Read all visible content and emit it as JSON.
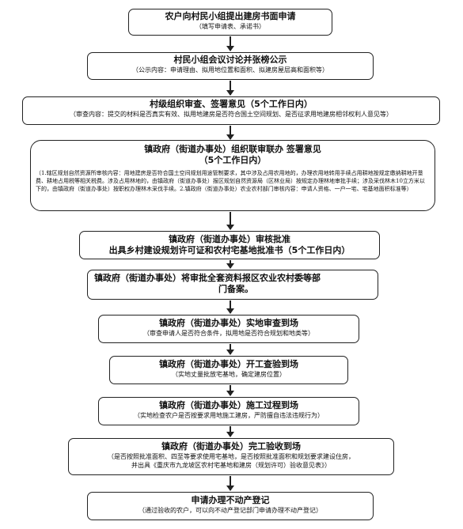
{
  "steps": [
    {
      "title": "农户向村民小组提出建房书面申请",
      "note": "（填写申请表、承诺书）"
    },
    {
      "title": "村民小组会议讨论并张榜公示",
      "note": "（公示内容：申请理由、拟用地位置和面积、拟建房屋层高和面积等）"
    },
    {
      "title": "村级组织审查、签署意见（5个工作日内）",
      "note": "（审查内容：提交的材料是否真实有效、拟用地建房是否符合国土空间规划、是否征求用地建房相邻权利人意见等）"
    },
    {
      "title": "镇政府（街道办事处）组织联审联办  签署意见",
      "title2": "（5个工作日内）",
      "detail": "（1.辖区规划自然资源所审核内容：用地建房是否符合国土空间规划用途管制要求，其中涉及占用农用地的，办理农用地转用手续占用耕地按规定缴纳耕地开垦费、耕地占用税等相关税费。涉及占用林地的，由镇政府（街道办事处）报区规划自然资源局（区林业局）按规定办理林地审批手续；涉及采伐林木10立方米以下的，由镇政府（街道办事处）按职权办理林木采伐手续。2.镇政府（街道办事处）农业农村部门审核内容：申请人资格、一户一宅、宅基地面积标准等）"
    },
    {
      "title": "镇政府（街道办事处）审核批准",
      "title2": "出具乡村建设规划许可证和农村宅基地批准书（5个工作日内）"
    },
    {
      "title": "镇政府（街道办事处）将审批全套资料报区农业农村委等部",
      "title2": "门备案。"
    },
    {
      "title": "镇政府（街道办事处）实地审查到场",
      "note": "（审查申请人是否符合条件，拟用地是否符合规划和地类等）"
    },
    {
      "title": "镇政府（街道办事处）开工查验到场",
      "note": "（实地丈量批放宅基地，确定建房位置）"
    },
    {
      "title": "镇政府（街道办事处）施工过程到场",
      "note": "（实地检查农户是否按要求用地施工建房，严防擅自违法违规行为）"
    },
    {
      "title": "镇政府（街道办事处）完工验收到场",
      "note": "（是否按照批准面积、四至等要求使用宅基地，是否按照批准面积和规划要求建设住房，",
      "note2": "并出具《重庆市九龙坡区农村宅基地和建房（规划许可）验收意见表》）"
    },
    {
      "title": "申请办理不动产登记",
      "note": "（通过验收的农户，可以向不动产登记部门申请办理不动产登记）"
    }
  ]
}
